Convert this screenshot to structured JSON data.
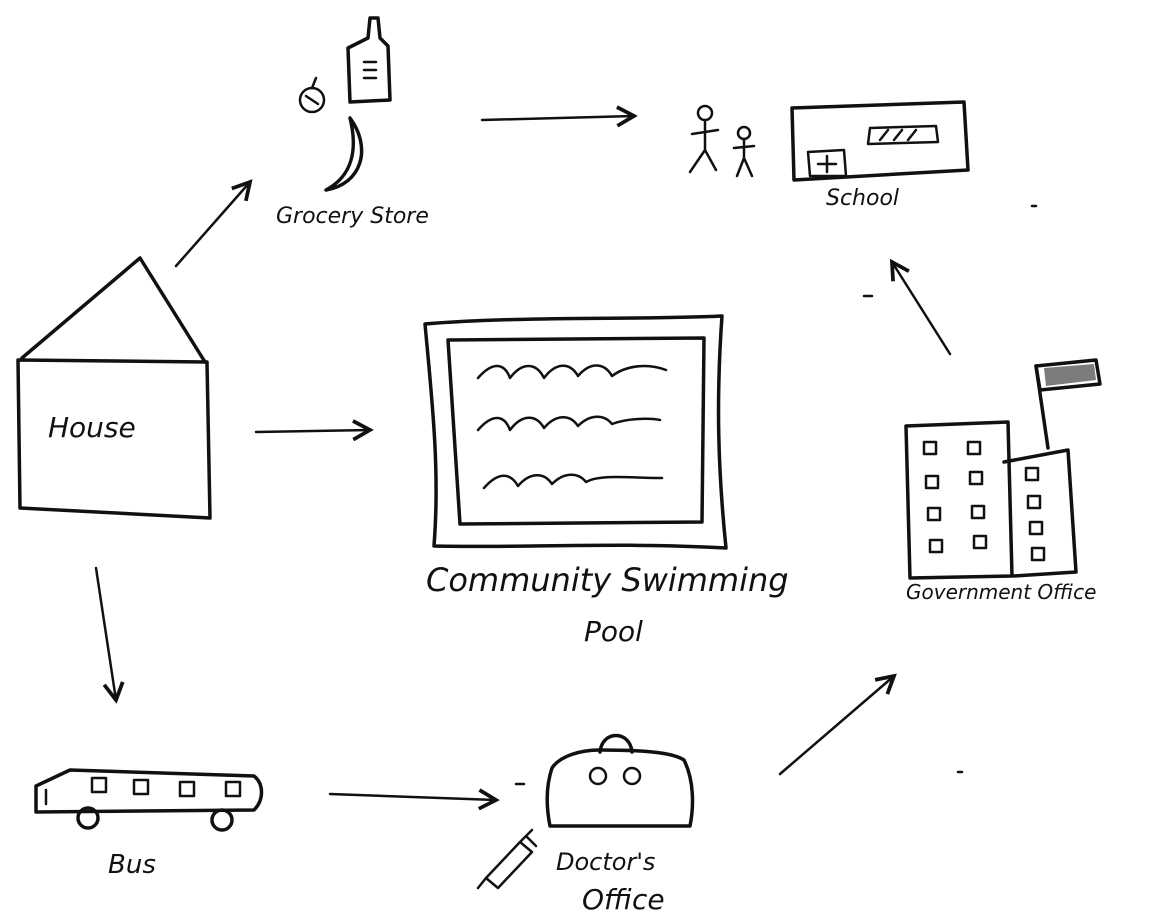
{
  "nodes": {
    "house": {
      "label": "House"
    },
    "grocery_store": {
      "label": "Grocery Store"
    },
    "school": {
      "label": "School"
    },
    "pool": {
      "label_line1": "Community Swimming",
      "label_line2": "Pool"
    },
    "government_office": {
      "label": "Government Office"
    },
    "bus": {
      "label": "Bus"
    },
    "doctors_office": {
      "label_line1": "Doctor's",
      "label_line2": "Office"
    }
  },
  "edges": [
    {
      "from": "House",
      "to": "Grocery Store"
    },
    {
      "from": "Grocery Store",
      "to": "School"
    },
    {
      "from": "House",
      "to": "Community Swimming Pool"
    },
    {
      "from": "House",
      "to": "Bus"
    },
    {
      "from": "Bus",
      "to": "Doctor's Office"
    },
    {
      "from": "Doctor's Office",
      "to": "Government Office"
    },
    {
      "from": "Government Office",
      "to": "School"
    }
  ],
  "icons": [
    "house-icon",
    "grocery-icon",
    "people-icon",
    "school-icon",
    "pool-icon",
    "government-building-icon",
    "flag-icon",
    "bus-icon",
    "doctor-bag-icon",
    "syringe-icon",
    "apple-icon",
    "bottle-icon",
    "banana-icon"
  ]
}
